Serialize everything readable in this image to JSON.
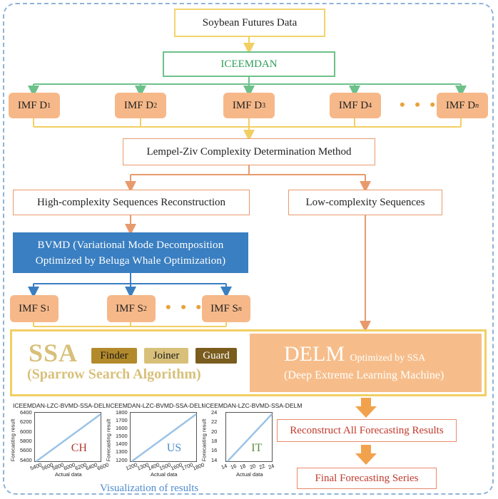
{
  "nodes": {
    "soybean": "Soybean Futures Data",
    "iceemdan": "ICEEMDAN",
    "imf_d": [
      "IMF D",
      "IMF D",
      "IMF D",
      "IMF D",
      "IMF D"
    ],
    "imf_d_sub": [
      "1",
      "2",
      "3",
      "4",
      "n"
    ],
    "dots": "• • •",
    "lempel": "Lempel-Ziv Complexity Determination Method",
    "high": "High-complexity Sequences Reconstruction",
    "low": "Low-complexity Sequences",
    "bvmd_line1": "BVMD (Variational Mode Decomposition",
    "bvmd_line2": "Optimized by Beluga Whale Optimization)",
    "imf_s": [
      "IMF S",
      "IMF S",
      "IMF S"
    ],
    "imf_s_sub": [
      "1",
      "2",
      "n"
    ],
    "ssa_title": "SSA",
    "ssa_sub": "(Sparrow Search Algorithm)",
    "tags": [
      "Finder",
      "Joiner",
      "Guard"
    ],
    "delm_title": "DELM",
    "delm_opt": "Optimized by SSA",
    "delm_sub": "(Deep Extreme Learning Machine)",
    "reconstruct": "Reconstruct All Forecasting Results",
    "final": "Final Forecasting Series",
    "visualization": "Visualization of results"
  },
  "mini_charts": [
    {
      "title": "ICEEMDAN-LZC-BVMD-SSA-DELM",
      "code": "CH",
      "code_color": "#b03a2e",
      "yticks": [
        "6400",
        "6200",
        "6000",
        "5800",
        "5600",
        "5400"
      ],
      "xticks": [
        "5400",
        "5600",
        "5800",
        "6000",
        "6200",
        "6400",
        "6600"
      ],
      "ylabel": "Forecasting result",
      "xlabel": "Actual data"
    },
    {
      "title": "ICEEMDAN-LZC-BVMD-SSA-DELM",
      "code": "US",
      "code_color": "#4d8bd0",
      "yticks": [
        "1800",
        "1700",
        "1600",
        "1500",
        "1400",
        "1300",
        "1200"
      ],
      "xticks": [
        "1200",
        "1300",
        "1400",
        "1500",
        "1600",
        "1700",
        "1800"
      ],
      "ylabel": "Forecasting result",
      "xlabel": "Actual data"
    },
    {
      "title": "ICEEMDAN-LZC-BVMD-SSA-DELM",
      "code": "IT",
      "code_color": "#5c8a3a",
      "yticks": [
        "24",
        "22",
        "20",
        "18",
        "16",
        "14"
      ],
      "xticks": [
        "14",
        "16",
        "18",
        "20",
        "22",
        "24"
      ],
      "ylabel": "Forecasting result",
      "xlabel": "Actual data"
    }
  ],
  "colors": {
    "frame": "#8fb3d9",
    "yellow": "#f3d36b",
    "green": "#6cc18a",
    "imf": "#f6b889",
    "orange_line": "#e89a6c",
    "blue": "#3a7fc1",
    "delm": "#f6bd8a",
    "tag_finder": "#b38a2b",
    "tag_joiner": "#d8c07a",
    "tag_guard": "#7a5c1e"
  }
}
